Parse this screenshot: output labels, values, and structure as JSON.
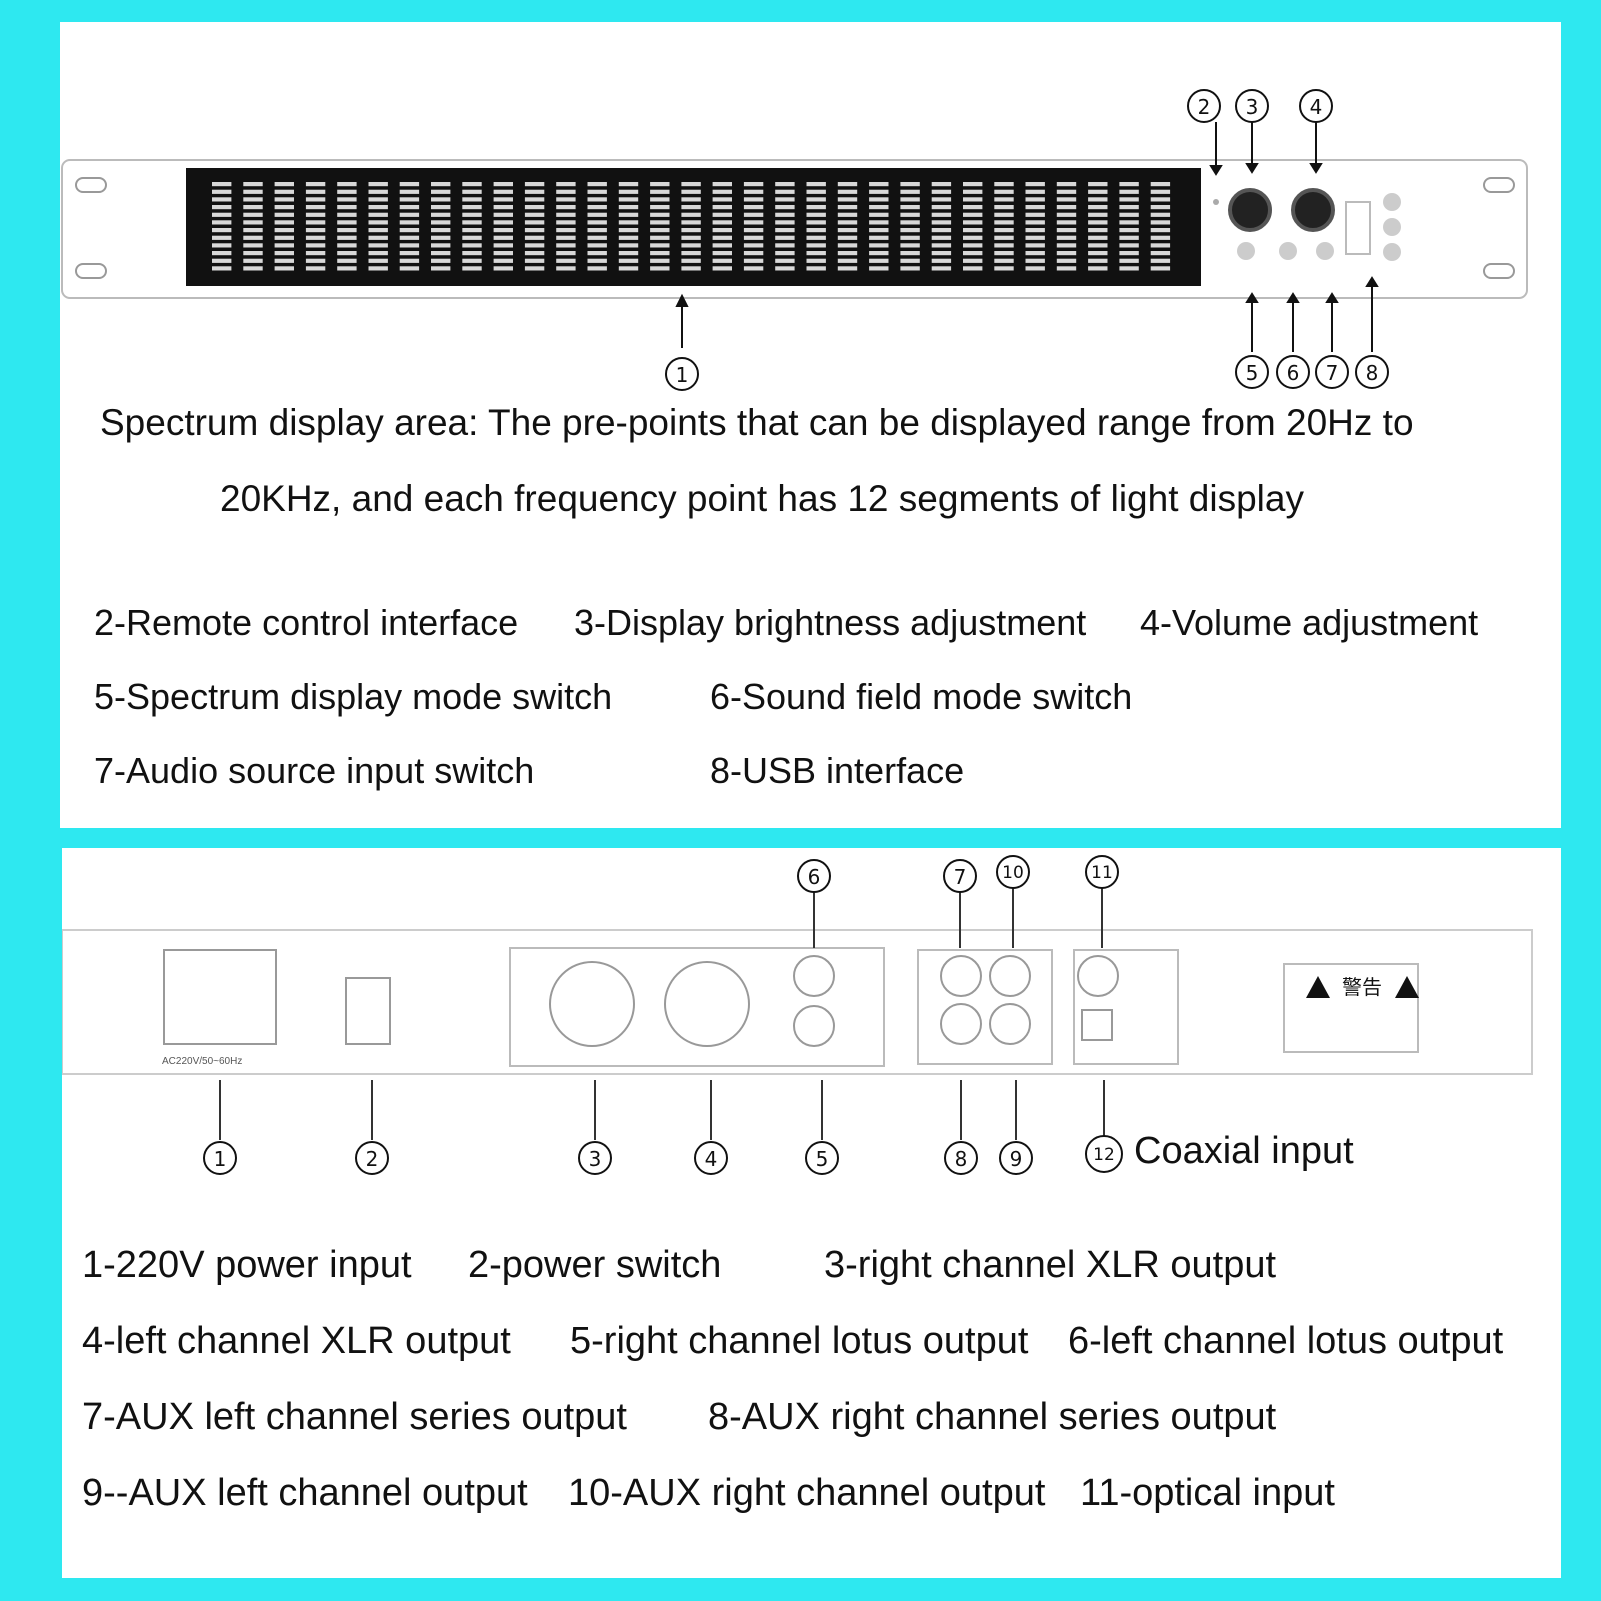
{
  "front": {
    "callouts": {
      "c1": "1",
      "c2": "2",
      "c3": "3",
      "c4": "4",
      "c5": "5",
      "c6": "6",
      "c7": "7",
      "c8": "8"
    },
    "description_line1": "Spectrum display area: The pre-points that can be displayed range from 20Hz to",
    "description_line2": "20KHz, and each frequency point has 12 segments of light display",
    "legend": [
      "2-Remote control interface",
      "3-Display brightness adjustment",
      "4-Volume adjustment",
      "5-Spectrum display mode switch",
      "6-Sound field mode switch",
      "7-Audio source input switch",
      "8-USB interface"
    ]
  },
  "rear": {
    "callouts": {
      "c1": "1",
      "c2": "2",
      "c3": "3",
      "c4": "4",
      "c5": "5",
      "c6": "6",
      "c7": "7",
      "c8": "8",
      "c9": "9",
      "c10": "10",
      "c11": "11",
      "c12": "12"
    },
    "coaxial_label": "Coaxial input",
    "power_rating": "AC220V/50~60Hz",
    "warning_title": "警告",
    "legend": [
      "1-220V power input",
      "2-power switch",
      "3-right channel XLR output",
      "4-left channel XLR output",
      "5-right channel lotus output",
      "6-left channel lotus output",
      "7-AUX left channel series output",
      "8-AUX right channel series output",
      "9--AUX left channel output",
      "10-AUX right channel output",
      "11-optical input"
    ]
  },
  "colors": {
    "frame": "#2ee8f0",
    "display": "#111111"
  },
  "spectrum": {
    "bands": 31,
    "segments": 12
  }
}
